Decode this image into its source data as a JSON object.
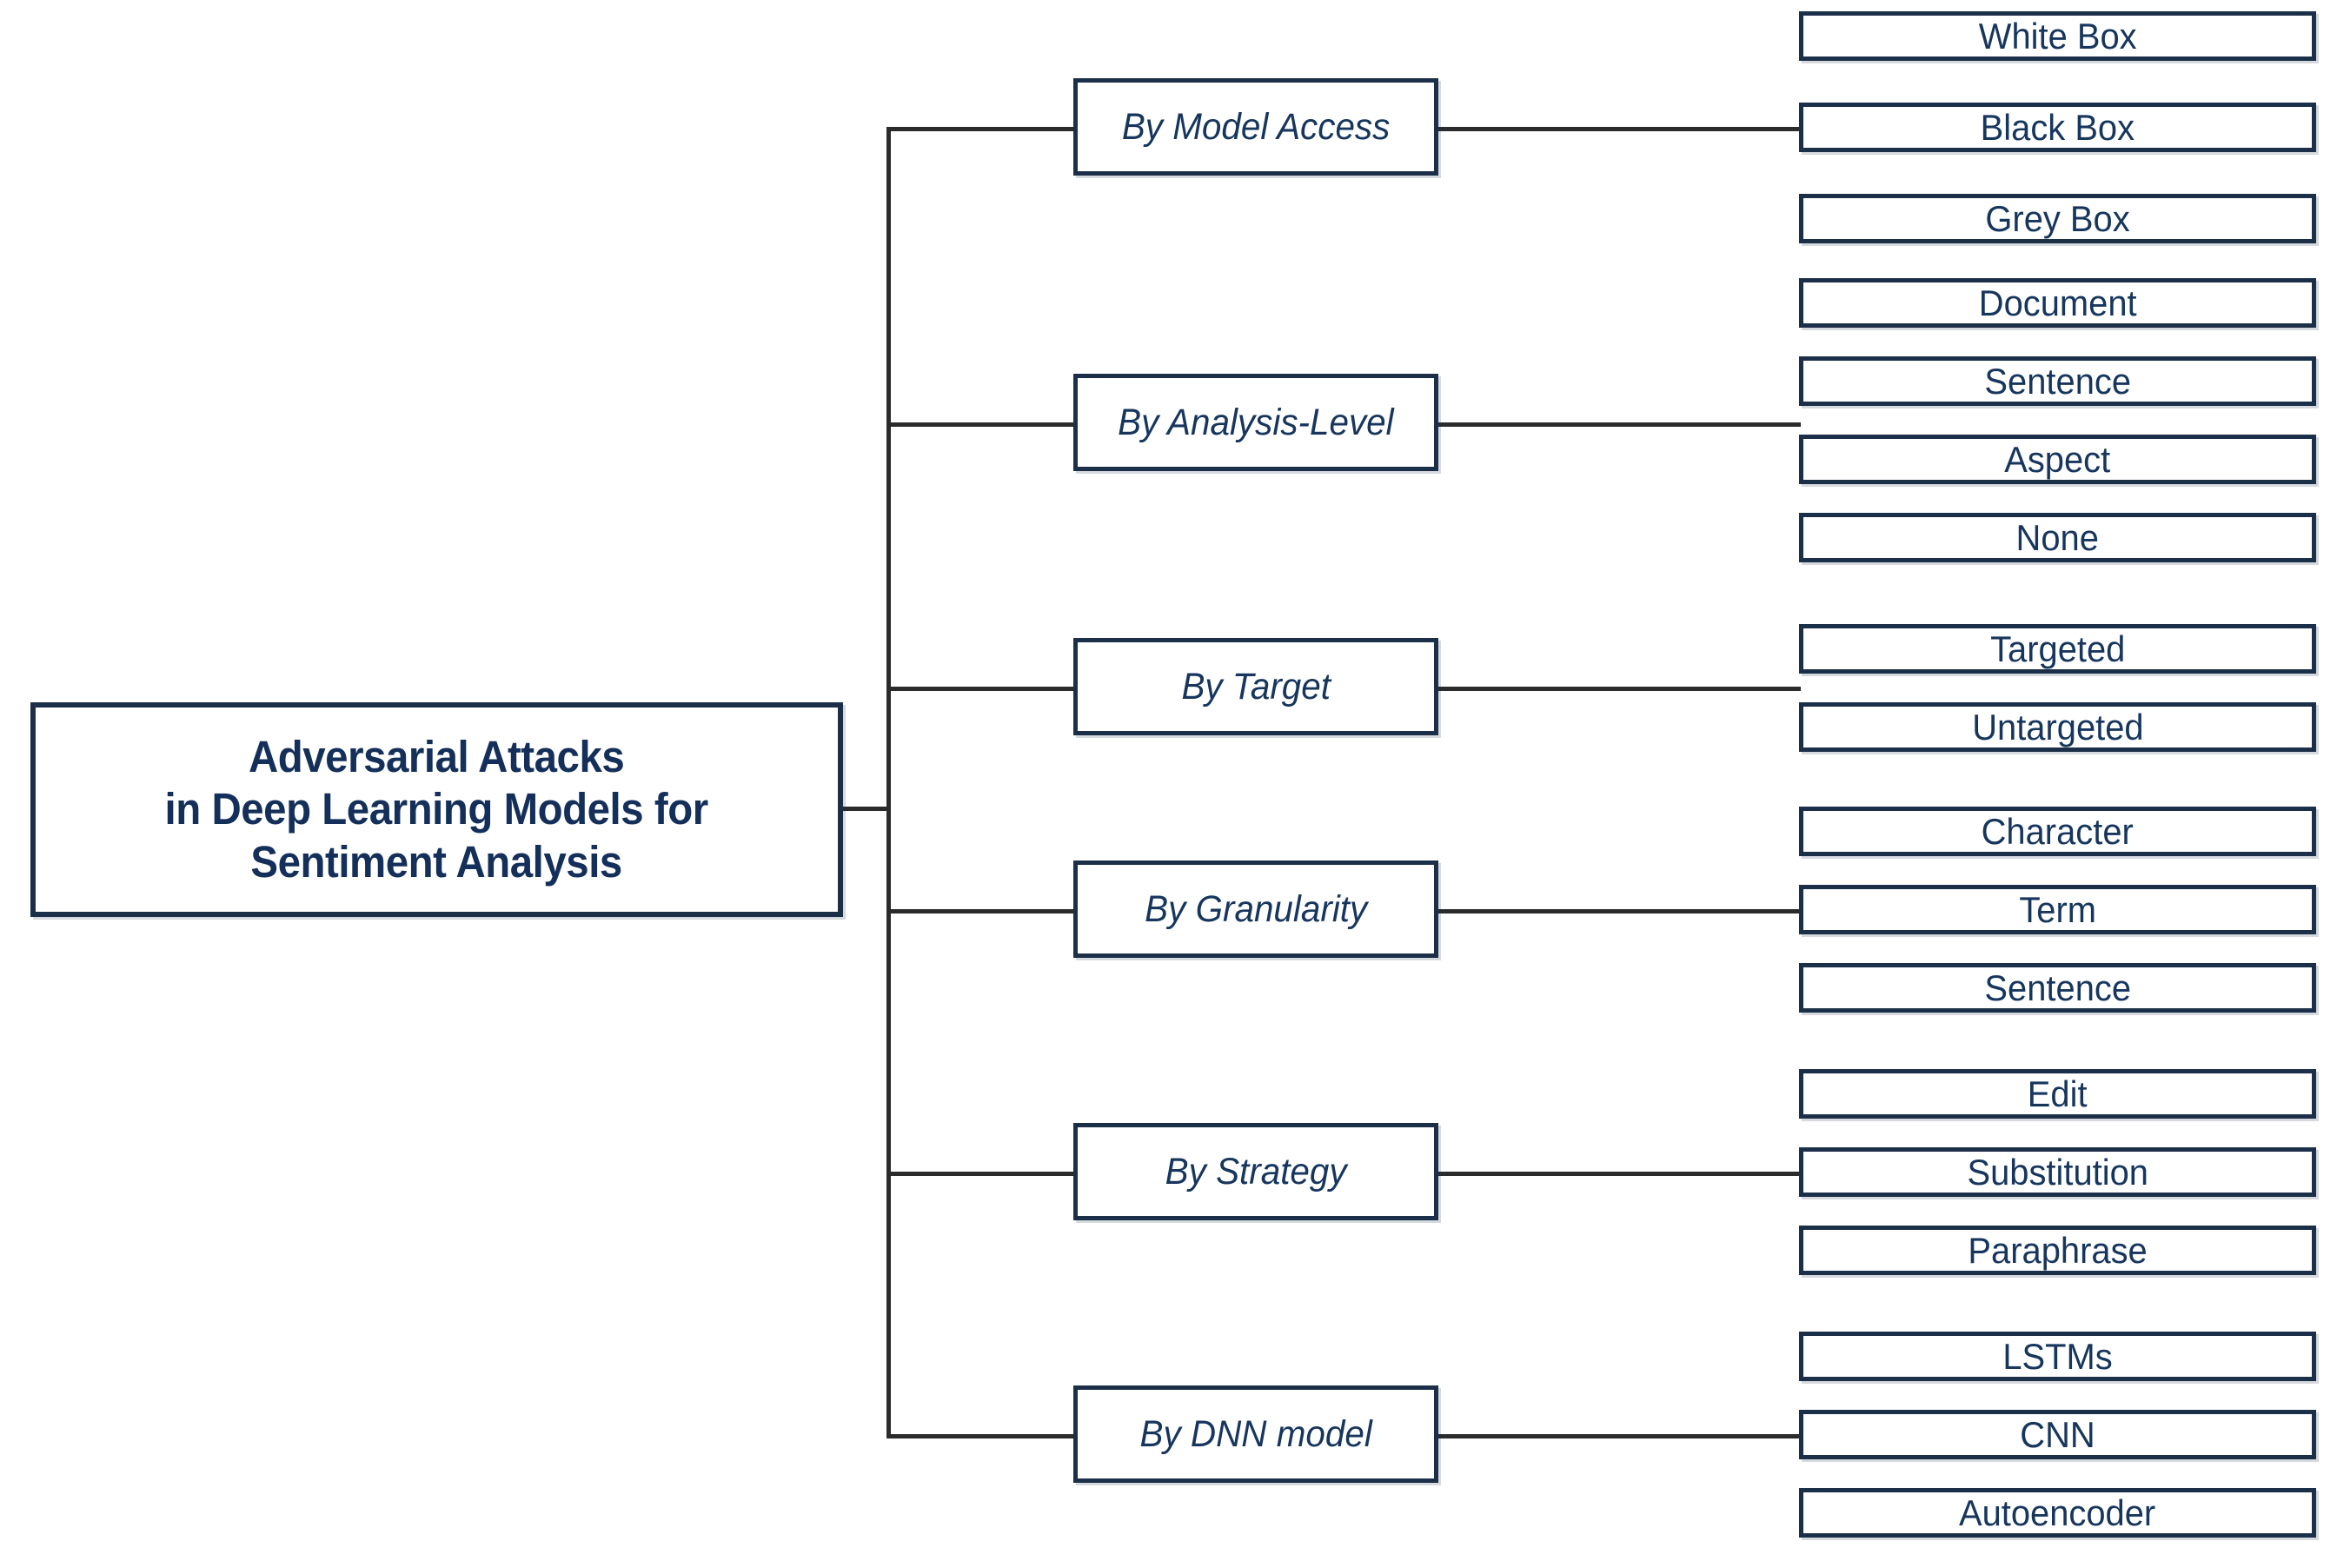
{
  "diagram": {
    "root": {
      "lines": [
        "Adversarial Attacks",
        "in Deep Learning Models for",
        "Sentiment Analysis"
      ]
    },
    "branches": [
      {
        "label": "By Model Access",
        "leaves": [
          "White Box",
          "Black Box",
          "Grey Box"
        ]
      },
      {
        "label": "By Analysis-Level",
        "leaves": [
          "Document",
          "Sentence",
          "Aspect",
          "None"
        ]
      },
      {
        "label": "By Target",
        "leaves": [
          "Targeted",
          "Untargeted"
        ]
      },
      {
        "label": "By Granularity",
        "leaves": [
          "Character",
          "Term",
          "Sentence"
        ]
      },
      {
        "label": "By Strategy",
        "leaves": [
          "Edit",
          "Substitution",
          "Paraphrase"
        ]
      },
      {
        "label": "By DNN model",
        "leaves": [
          "LSTMs",
          "CNN",
          "Autoencoder"
        ]
      }
    ],
    "colors": {
      "border": "#1b3048",
      "text": "#17365d",
      "connector": "#2b2b2b",
      "background": "#ffffff"
    }
  }
}
